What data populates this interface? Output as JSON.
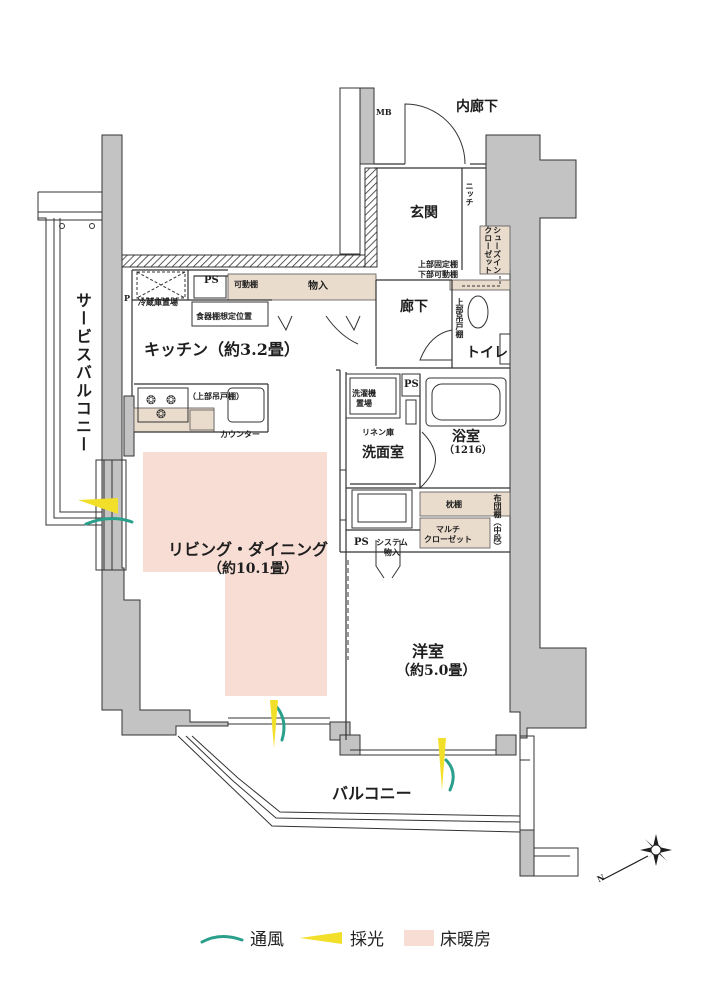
{
  "rooms": {
    "inner_corridor": "内廊下",
    "mb": "MB",
    "entrance": "玄関",
    "niche": "ニッチ",
    "shoes_closet": "シューズイン\nクローゼット",
    "upper_fixed_shelf": "上部固定棚",
    "lower_movable_shelf": "下部可動棚",
    "hallway": "廊下",
    "upper_cabinet_toilet": "上部吊戸棚",
    "toilet": "トイレ",
    "ps_top": "PS",
    "movable_shelf": "可動棚",
    "storage_top": "物入",
    "fridge": "冷蔵庫置場",
    "p_mark": "P",
    "dish_shelf": "食器棚想定位置",
    "kitchen": "キッチン（約3.2畳）",
    "upper_cabinet_kitchen": "（上部吊戸棚）",
    "counter": "カウンター",
    "washer": "洗濯機\n置場",
    "ps_mid": "PS",
    "linen": "リネン庫",
    "washroom": "洗面室",
    "bathroom": "浴室",
    "bath_size": "（1216）",
    "service_balcony": "サービスバルコニー",
    "living": "リビング・ダイニング",
    "living_size": "（約10.1畳）",
    "pillow_shelf": "枕棚",
    "futon_shelf": "布団棚（中段）",
    "multi_closet": "マルチ\nクローゼット",
    "ps_bottom": "PS",
    "system_storage": "システム\n物入",
    "western_room": "洋室",
    "western_size": "（約5.0畳）",
    "balcony": "バルコニー",
    "compass_letter": "N"
  },
  "legend": [
    {
      "name": "ventilation",
      "label": "通風",
      "color": "#2a9f8c"
    },
    {
      "name": "daylight",
      "label": "採光",
      "color": "#f2df2a"
    },
    {
      "name": "floor-heating",
      "label": "床暖房",
      "color": "#f8ddd4"
    }
  ],
  "colors": {
    "wall": "#2b2b2b",
    "shaft": "#c3c3c3",
    "storage": "#eadccd",
    "floor_heating": "#f8ddd4"
  }
}
